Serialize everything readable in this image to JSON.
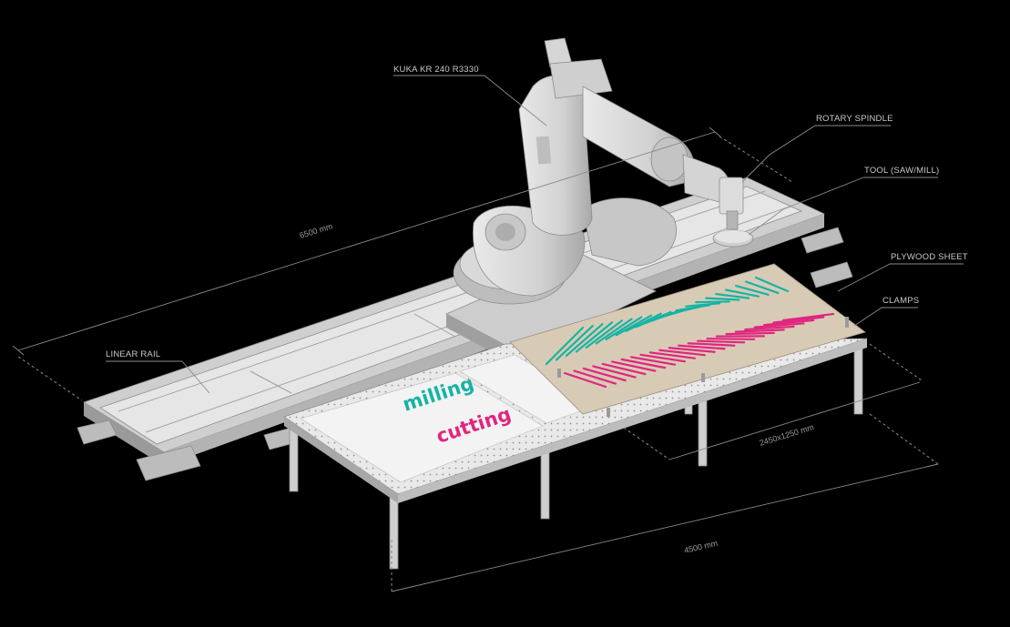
{
  "labels": {
    "robot": "KUKA KR 240 R3330",
    "spindle": "ROTARY SPINDLE",
    "tool": "TOOL (SAW/MILL)",
    "plywood": "PLYWOOD SHEET",
    "clamps": "CLAMPS",
    "rail": "LINEAR RAIL"
  },
  "dimensions": {
    "rail_length": "6500 mm",
    "sheet_size": "2450x1250 mm",
    "table_length": "4500 mm"
  },
  "legend": {
    "milling": "milling",
    "cutting": "cutting"
  },
  "colors": {
    "milling": "#17b3a3",
    "cutting": "#e0267e",
    "plywood": "#d8cbb6",
    "background": "#000000"
  }
}
